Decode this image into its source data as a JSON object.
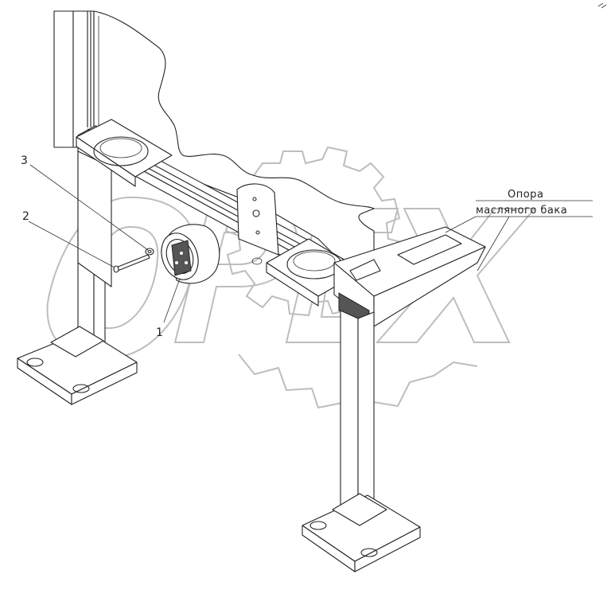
{
  "diagram": {
    "callouts": [
      {
        "id": "1",
        "text": "1"
      },
      {
        "id": "2",
        "text": "2"
      },
      {
        "id": "3",
        "text": "3"
      }
    ],
    "assembly_label": {
      "line1": "Опора",
      "line2": "масляного бака"
    },
    "watermark": {
      "text": "OPEX"
    }
  }
}
